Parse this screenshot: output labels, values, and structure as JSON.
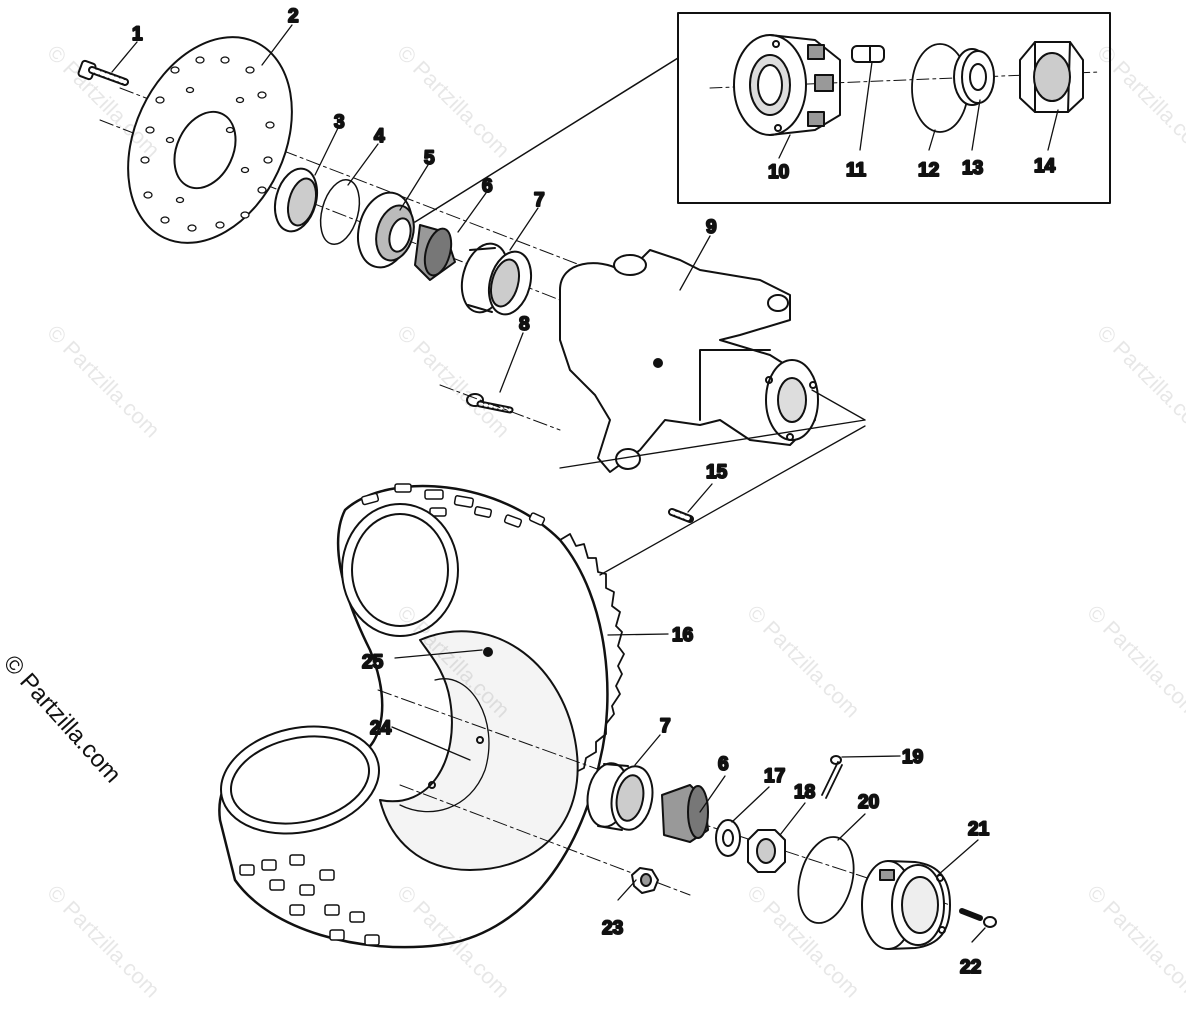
{
  "diagram": {
    "watermark_text": "© Partzilla.com",
    "copyright_text": "© Partzilla.com",
    "callouts": {
      "c1": "1",
      "c2": "2",
      "c3": "3",
      "c4": "4",
      "c5": "5",
      "c6": "6",
      "c7": "7",
      "c8": "8",
      "c9": "9",
      "c10": "10",
      "c11": "11",
      "c12": "12",
      "c13": "13",
      "c14": "14",
      "c15": "15",
      "c16": "16",
      "c17": "17",
      "c18": "18",
      "c19": "19",
      "c20": "20",
      "c21": "21",
      "c22": "22",
      "c23": "23",
      "c24": "24",
      "c25": "25",
      "c6b": "6",
      "c7b": "7"
    }
  }
}
